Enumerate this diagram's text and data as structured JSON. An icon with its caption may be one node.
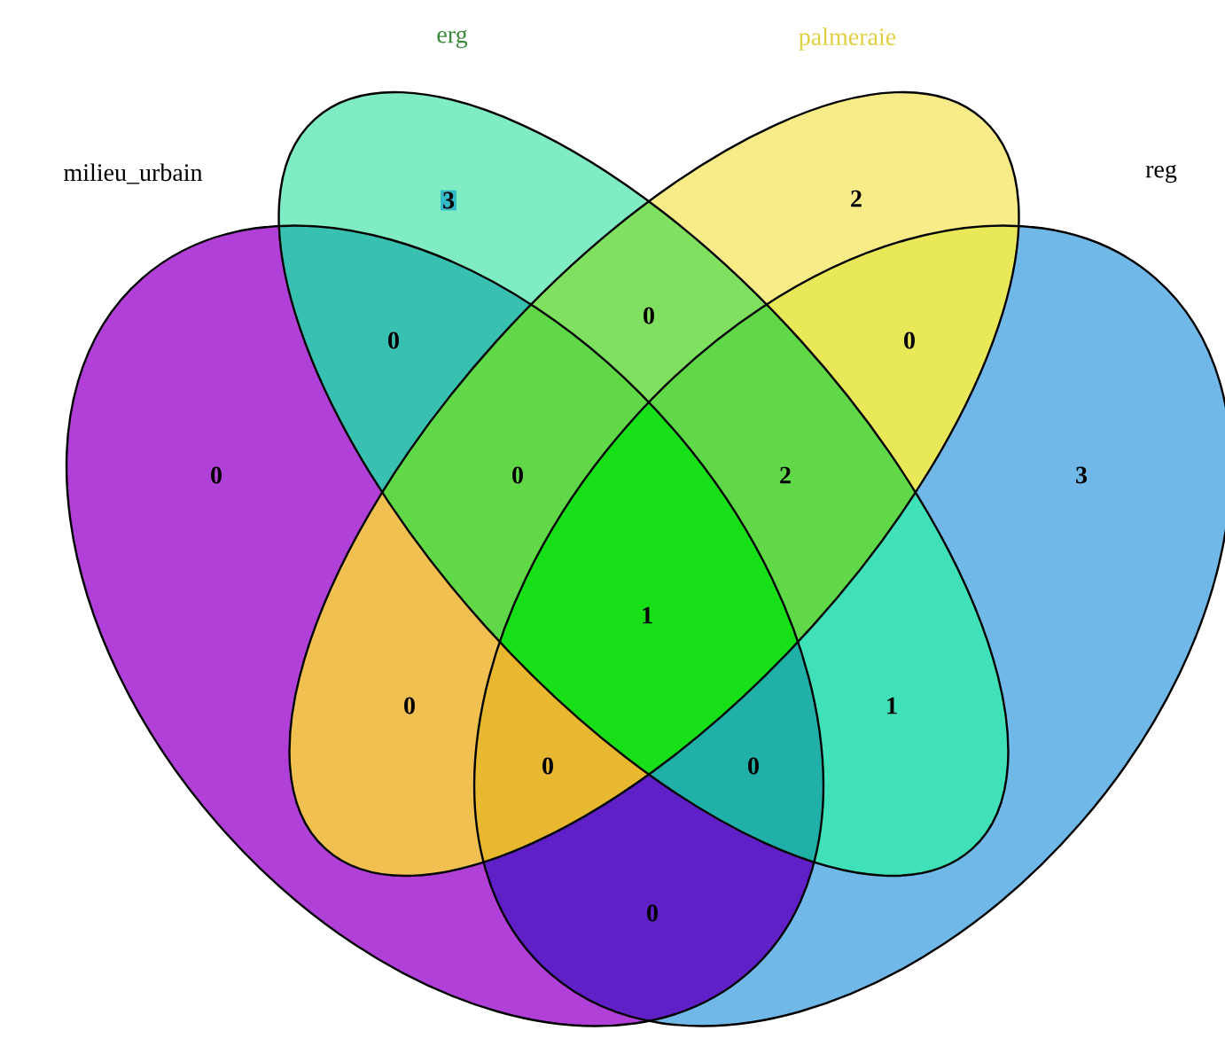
{
  "diagram": {
    "nodes": [
      {
        "text": [
          "milieu_urbain"
        ]
      },
      {
        "text": [
          "erg"
        ]
      },
      {
        "text": [
          "palmeraie"
        ]
      },
      {
        "text": [
          "reg"
        ]
      }
    ],
    "labels": [
      "3",
      "2",
      "0",
      "0",
      "0",
      "0",
      "0",
      "2",
      "3",
      "1",
      "0",
      "1",
      "0",
      "0",
      "0"
    ]
  }
}
